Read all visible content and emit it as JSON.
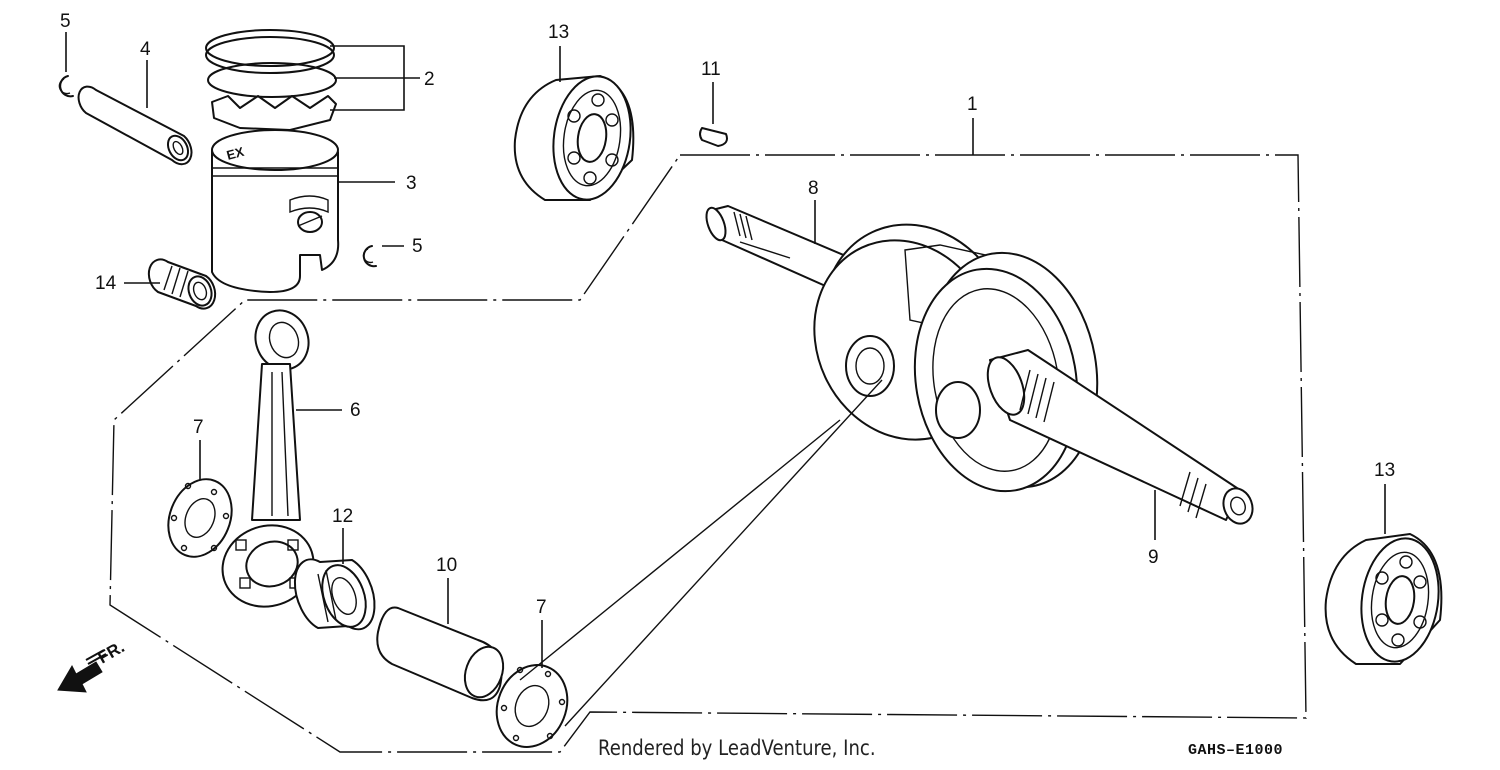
{
  "callouts": [
    {
      "id": "5a",
      "label": "5"
    },
    {
      "id": "4",
      "label": "4"
    },
    {
      "id": "2",
      "label": "2"
    },
    {
      "id": "3",
      "label": "3"
    },
    {
      "id": "5b",
      "label": "5"
    },
    {
      "id": "14",
      "label": "14"
    },
    {
      "id": "13a",
      "label": "13"
    },
    {
      "id": "11",
      "label": "11"
    },
    {
      "id": "1",
      "label": "1"
    },
    {
      "id": "8",
      "label": "8"
    },
    {
      "id": "6",
      "label": "6"
    },
    {
      "id": "7a",
      "label": "7"
    },
    {
      "id": "12",
      "label": "12"
    },
    {
      "id": "10",
      "label": "10"
    },
    {
      "id": "7b",
      "label": "7"
    },
    {
      "id": "9",
      "label": "9"
    },
    {
      "id": "13b",
      "label": "13"
    }
  ],
  "direction": {
    "label": "FR.",
    "icon": "front-direction-arrow-icon"
  },
  "credit": "Rendered by LeadVenture, Inc.",
  "diagram_code": "GAHS–E1000"
}
